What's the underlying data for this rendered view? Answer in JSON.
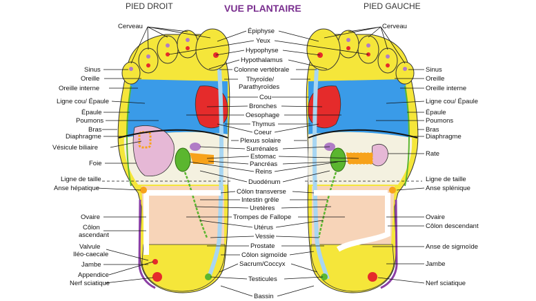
{
  "header": {
    "left": "PIED DROIT",
    "center": "VUE PLANTAIRE",
    "right": "PIED GAUCHE"
  },
  "colors": {
    "title": "#7a2f8f",
    "toes": "#f5e63a",
    "lung": "#3a9be8",
    "heart": "#e52b2b",
    "liver": "#e6b8d6",
    "stomach": "#f7a21a",
    "kidney": "#5bb62f",
    "intestine": "#f7d4b8",
    "heel": "#f5e63a",
    "spine": "#a8d6f2"
  },
  "labels": {
    "left": [
      {
        "text": "Cerveau"
      },
      {
        "text": "Sinus"
      },
      {
        "text": "Oreille"
      },
      {
        "text": "Oreille interne"
      },
      {
        "text": "Ligne cou/ Épaule"
      },
      {
        "text": "Épaule"
      },
      {
        "text": "Poumons"
      },
      {
        "text": "Bras"
      },
      {
        "text": "Diaphragme"
      },
      {
        "text": "Vésicule biliaire"
      },
      {
        "text": "Foie"
      },
      {
        "text": "Ligne de taille"
      },
      {
        "text": "Anse hépatique"
      },
      {
        "text": "Ovaire"
      },
      {
        "text": "Côlon"
      },
      {
        "text": "ascendant"
      },
      {
        "text": "Valvule"
      },
      {
        "text": "Iléo-caecale"
      },
      {
        "text": "Jambe"
      },
      {
        "text": "Appendice"
      },
      {
        "text": "Nerf sciatique"
      }
    ],
    "center": [
      {
        "text": "Épiphyse"
      },
      {
        "text": "Yeux"
      },
      {
        "text": "Hypophyse"
      },
      {
        "text": "Hypothalamus"
      },
      {
        "text": "Colonne vertébrale"
      },
      {
        "text": "Thyroïde/"
      },
      {
        "text": "Parathyroïdes"
      },
      {
        "text": "Cou"
      },
      {
        "text": "Bronches"
      },
      {
        "text": "Oesophage"
      },
      {
        "text": "Thymus"
      },
      {
        "text": "Coeur"
      },
      {
        "text": "Plexus solaire"
      },
      {
        "text": "Surrénales"
      },
      {
        "text": "Estomac"
      },
      {
        "text": "Pancréas"
      },
      {
        "text": "Reins"
      },
      {
        "text": "Duodénum"
      },
      {
        "text": "Côlon transverse"
      },
      {
        "text": "Intestin grêle"
      },
      {
        "text": "Uretères"
      },
      {
        "text": "Trompes de Fallope"
      },
      {
        "text": "Utérus"
      },
      {
        "text": "Vessie"
      },
      {
        "text": "Prostate"
      },
      {
        "text": "Côlon sigmoïde"
      },
      {
        "text": "Sacrum/Coccyx"
      },
      {
        "text": "Testicules"
      },
      {
        "text": "Bassin"
      }
    ],
    "right": [
      {
        "text": "Cerveau"
      },
      {
        "text": "Sinus"
      },
      {
        "text": "Oreille"
      },
      {
        "text": "Oreille interne"
      },
      {
        "text": "Ligne cou/ Épaule"
      },
      {
        "text": "Épaule"
      },
      {
        "text": "Poumons"
      },
      {
        "text": "Bras"
      },
      {
        "text": "Diaphragme"
      },
      {
        "text": "Rate"
      },
      {
        "text": "Ligne de taille"
      },
      {
        "text": "Anse splénique"
      },
      {
        "text": "Ovaire"
      },
      {
        "text": "Côlon descendant"
      },
      {
        "text": "Anse de sigmoïde"
      },
      {
        "text": "Jambe"
      },
      {
        "text": "Nerf sciatique"
      }
    ]
  }
}
